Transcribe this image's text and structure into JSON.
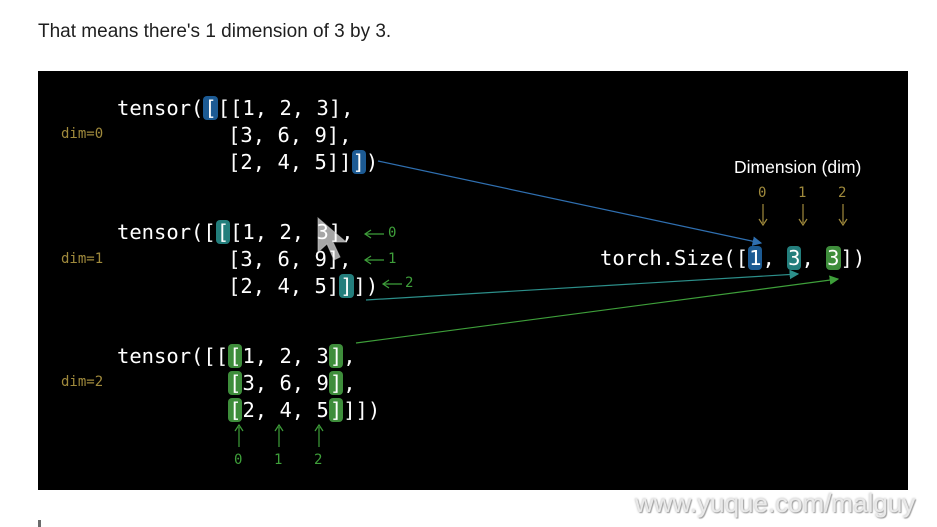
{
  "caption": "That means there's 1 dimension of 3 by 3.",
  "blocks": [
    {
      "label": "dim=0",
      "line1": {
        "pre": "tensor(",
        "hl": "[",
        "post": "[[1, 2, 3],"
      },
      "line2": "[3, 6, 9],",
      "line3": {
        "pre": "[2, 4, 5]]",
        "hl": "]",
        "post": ")"
      }
    },
    {
      "label": "dim=1",
      "line1": {
        "pre": "tensor([",
        "hl": "[",
        "post": "[1, 2, 3],"
      },
      "line2": "[3, 6, 9],",
      "line3": {
        "pre": "[2, 4, 5]",
        "hl": "]",
        "post": "])"
      },
      "row_indices": [
        "0",
        "1",
        "2"
      ]
    },
    {
      "label": "dim=2",
      "line1": {
        "pre": "tensor([[",
        "hl1": "[",
        "mid": "1, 2, 3",
        "hl2": "]",
        "post": ","
      },
      "line2": {
        "hl1": "[",
        "mid": "3, 6, 9",
        "hl2": "]",
        "post": ","
      },
      "line3": {
        "hl1": "[",
        "mid": "2, 4, 5",
        "hl2": "]",
        "post": "]])"
      },
      "col_indices": [
        "0",
        "1",
        "2"
      ]
    }
  ],
  "dimension_panel": {
    "title": "Dimension (dim)",
    "indices": [
      "0",
      "1",
      "2"
    ],
    "size_pre": "torch.Size([",
    "size_values": [
      "1",
      "3",
      "3"
    ],
    "size_post": "])"
  },
  "colors": {
    "dim0": "#1c5a93",
    "dim1": "#237e7c",
    "dim2": "#3e8d3b",
    "label": "#a08a3c"
  },
  "watermark": "www.yuque.com/malguy"
}
